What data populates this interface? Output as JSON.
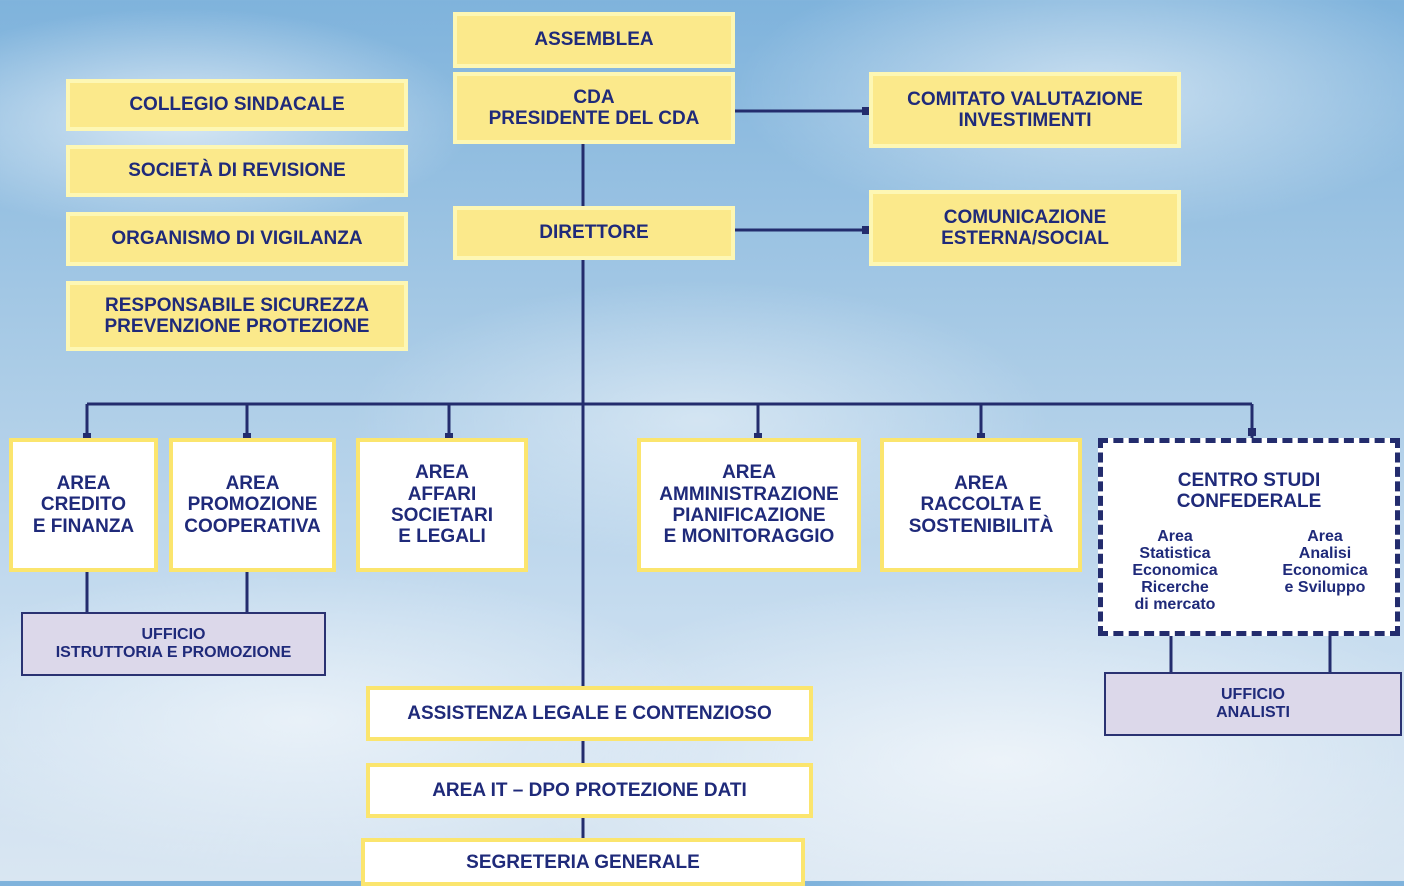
{
  "assemblea": "ASSEMBLEA",
  "cda": {
    "line1": "CDA",
    "line2": "PRESIDENTE DEL CDA"
  },
  "comitato": {
    "line1": "COMITATO VALUTAZIONE",
    "line2": "INVESTIMENTI"
  },
  "comunicazione": {
    "line1": "COMUNICAZIONE",
    "line2": "ESTERNA/SOCIAL"
  },
  "direttore": "DIRETTORE",
  "left_bodies": {
    "collegio": "COLLEGIO SINDACALE",
    "revisione": "SOCIETÀ DI REVISIONE",
    "vigilanza": "ORGANISMO DI VIGILANZA",
    "sicurezza": {
      "line1": "RESPONSABILE SICUREZZA",
      "line2": "PREVENZIONE PROTEZIONE"
    }
  },
  "areas": {
    "credito": [
      "AREA",
      "CREDITO",
      "E FINANZA"
    ],
    "promozione": [
      "AREA",
      "PROMOZIONE",
      "COOPERATIVA"
    ],
    "affari": [
      "AREA",
      "AFFARI",
      "SOCIETARI",
      "E LEGALI"
    ],
    "amministrazione": [
      "AREA",
      "AMMINISTRAZIONE",
      "PIANIFICAZIONE",
      "E MONITORAGGIO"
    ],
    "raccolta": [
      "AREA",
      "RACCOLTA E",
      "SOSTENIBILITÀ"
    ]
  },
  "centro_studi": {
    "title": [
      "CENTRO STUDI",
      "CONFEDERALE"
    ],
    "left": [
      "Area",
      "Statistica",
      "Economica",
      "Ricerche",
      "di mercato"
    ],
    "right": [
      "Area",
      "Analisi",
      "Economica",
      "e Sviluppo"
    ]
  },
  "ufficio_istruttoria": [
    "UFFICIO",
    "ISTRUTTORIA E PROMOZIONE"
  ],
  "ufficio_analisti": [
    "UFFICIO",
    "ANALISTI"
  ],
  "staff": {
    "legale": "ASSISTENZA LEGALE E CONTENZIOSO",
    "it": "AREA IT – DPO PROTEZIONE DATI",
    "segreteria": "SEGRETERIA GENERALE"
  },
  "colors": {
    "navy": "#232c6d",
    "yellow": "#fbe98b",
    "yellow_border": "#fbe56e",
    "grey_box": "#dcd8ea"
  }
}
